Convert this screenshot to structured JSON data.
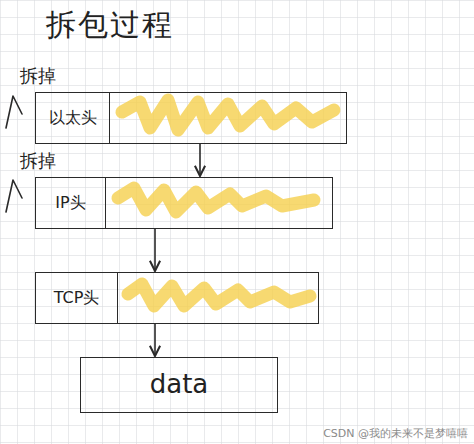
{
  "diagram": {
    "title": "拆包过程",
    "nodes": [
      {
        "text": [
          "以太头"
        ]
      },
      {
        "text": [
          "IP头"
        ]
      },
      {
        "text": [
          "TCP头"
        ]
      },
      {
        "text": [
          "data"
        ]
      }
    ],
    "edges": [
      {
        "from": 0,
        "to": 1,
        "arrow": "to"
      },
      {
        "from": 1,
        "to": 2,
        "arrow": "to"
      },
      {
        "from": 2,
        "to": 3,
        "arrow": "to"
      }
    ],
    "labels": [
      "拆掉",
      "拆掉",
      "CSDN @我的未来不是梦嘻嘻"
    ]
  }
}
